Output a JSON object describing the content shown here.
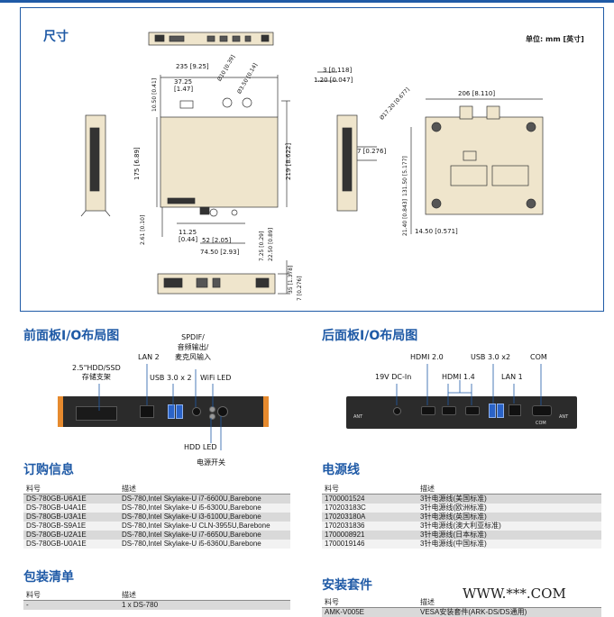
{
  "dimensions": {
    "title": "尺寸",
    "unit": "单位: mm [英寸]",
    "top_view": {
      "width": "235 [9.25]",
      "d1": "37.25",
      "d1b": "[1.47]",
      "d2": "Ø10 [0.39]",
      "d3": "Ø3.50 [0.14]",
      "d4": "10.50 [0.41]",
      "height": "175 [6.89]",
      "h219": "219 [8.622]",
      "b1": "2.61 [0.10]",
      "b2": "11.25",
      "b2b": "[0.44]",
      "b3": "52 [2.05]",
      "b4": "74.50 [2.93]",
      "b5": "7.25 [0.29]",
      "b6": "22.50 [0.89]"
    },
    "side_view": {
      "s1": "3 [0.118]",
      "s2": "1.20 [0.047]",
      "s3": "7 [0.276]"
    },
    "rear_view": {
      "r1": "206 [8.110]",
      "r2": "Ø17.20 [0.677]",
      "r3": "131.50 [5.177]",
      "r4": "21.40 [0.843]",
      "r5": "14.50 [0.571]"
    },
    "bottom_view": {
      "q1": "35 [1.378]",
      "q2": "7 [0.276]"
    }
  },
  "front_panel": {
    "title": "前面板I/O布局图",
    "labels": {
      "hdd_bracket": "2.5\"HDD/SSD\n存储支架",
      "lan2": "LAN 2",
      "usb": "USB 3.0 x 2",
      "spdif": "SPDIF/\n音频输出/\n麦克风输入",
      "wifi_led": "WiFi LED",
      "hdd_led": "HDD LED",
      "power": "电源开关"
    }
  },
  "rear_panel": {
    "title": "后面板I/O布局图",
    "labels": {
      "dc_in": "19V DC-In",
      "hdmi20": "HDMI 2.0",
      "hdmi14": "HDMI 1.4",
      "usb": "USB 3.0 x2",
      "com": "COM",
      "lan1": "LAN 1",
      "ant_left": "ANT",
      "ant_right": "ANT",
      "com_small": "COM"
    }
  },
  "ordering": {
    "title": "订购信息",
    "headers": [
      "料号",
      "描述"
    ],
    "rows": [
      [
        "DS-780GB-U6A1E",
        "DS-780,Intel Skylake-U i7-6600U,Barebone"
      ],
      [
        "DS-780GB-U4A1E",
        "DS-780,Intel Skylake-U i5-6300U,Barebone"
      ],
      [
        "DS-780GB-U3A1E",
        "DS-780,Intel Skylake-U i3-6100U,Barebone"
      ],
      [
        "DS-780GB-S9A1E",
        "DS-780,Intel Skylake-U CLN-3955U,Barebone"
      ],
      [
        "DS-780GB-U2A1E",
        "DS-780,Intel Skylake-U i7-6650U,Barebone"
      ],
      [
        "DS-780GB-U0A1E",
        "DS-780,Intel Skylake-U i5-6360U,Barebone"
      ]
    ]
  },
  "power_cord": {
    "title": "电源线",
    "headers": [
      "料号",
      "描述"
    ],
    "rows": [
      [
        "1700001524",
        "3针电源线(美国标准)"
      ],
      [
        "170203183C",
        "3针电源线(欧洲标准)"
      ],
      [
        "170203180A",
        "3针电源线(英国标准)"
      ],
      [
        "1702031836",
        "3针电源线(澳大利亚标准)"
      ],
      [
        "1700008921",
        "3针电源线(日本标准)"
      ],
      [
        "1700019146",
        "3针电源线(中国标准)"
      ]
    ]
  },
  "packing": {
    "title": "包装清单",
    "headers": [
      "料号",
      "描述"
    ],
    "rows": [
      [
        "-",
        "1 x DS-780"
      ]
    ]
  },
  "install_kit": {
    "title": "安装套件",
    "headers": [
      "料号",
      "描述"
    ],
    "rows": [
      [
        "AMK-V005E",
        "VESA安装套件(ARK-DS/DS通用)"
      ]
    ]
  },
  "watermark": "WWW.***.COM",
  "colors": {
    "accent": "#1f5aa6",
    "panel": "#2b2b2b",
    "usb": "#2a63c8",
    "orange": "#e68a2e",
    "drawing_fill": "#efe5cc"
  }
}
